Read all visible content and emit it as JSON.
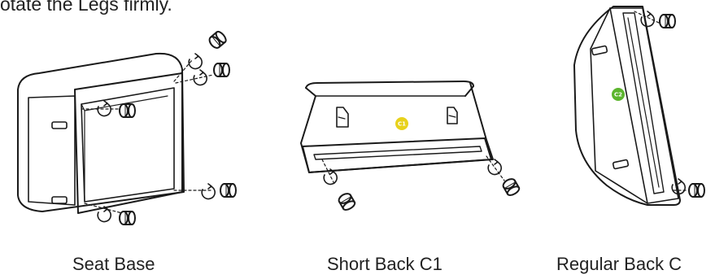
{
  "instruction": "otate the Legs firmly.",
  "captions": {
    "seat_base": "Seat Base",
    "short_back": "Short Back C1",
    "regular_back": "Regular Back C"
  },
  "badges": {
    "c1": {
      "label": "C1",
      "color": "#e8d21c"
    },
    "c2": {
      "label": "C2",
      "color": "#5cb52e"
    }
  },
  "icons": [
    "leg-cap-icon",
    "rotate-arrow-icon"
  ]
}
